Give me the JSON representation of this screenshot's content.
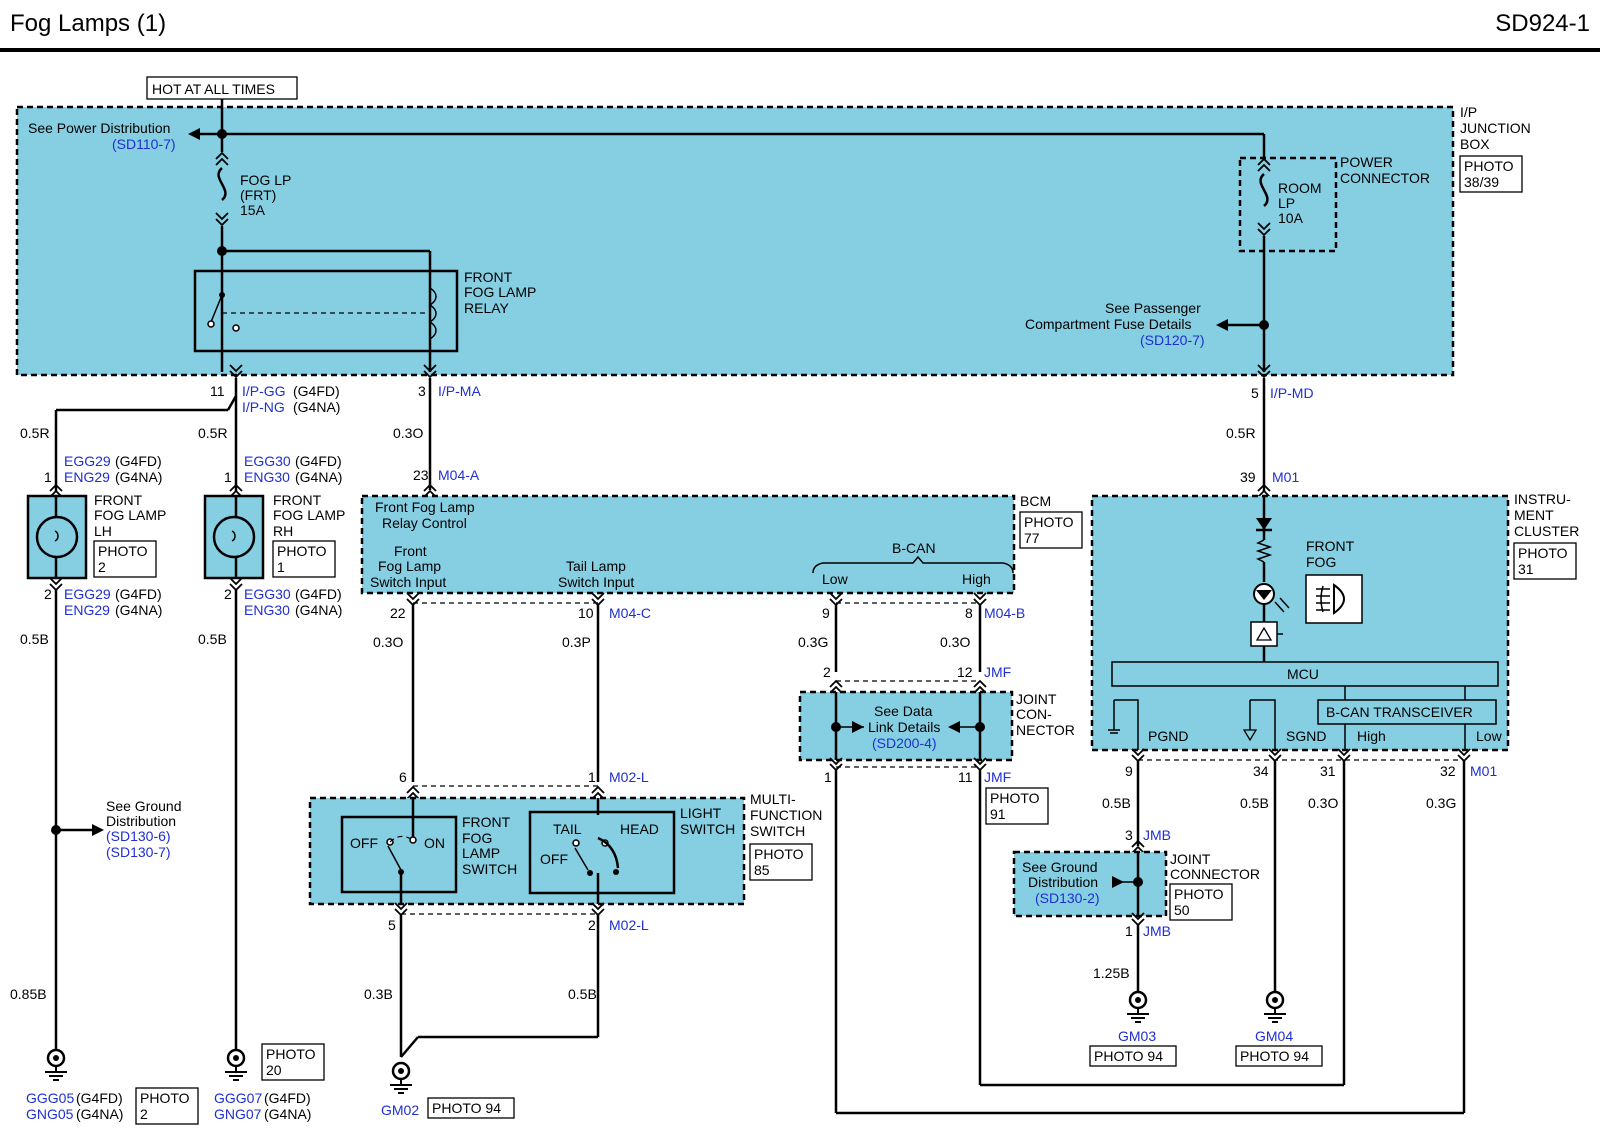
{
  "header": {
    "title": "Fog Lamps (1)",
    "code": "SD924-1"
  },
  "labels": {
    "hot": "HOT AT ALL TIMES",
    "see_power": "See Power Distribution",
    "see_power_ref": "(SD110-7)",
    "fuse1": [
      "FOG LP",
      "(FRT)",
      "15A"
    ],
    "relay": [
      "FRONT",
      "FOG LAMP",
      "RELAY"
    ],
    "ipjb": [
      "I/P",
      "JUNCTION",
      "BOX"
    ],
    "photo_ipjb": [
      "PHOTO",
      "38/39"
    ],
    "power_conn": [
      "POWER",
      "CONNECTOR"
    ],
    "fuse2": [
      "ROOM",
      "LP",
      "10A"
    ],
    "see_pass": [
      "See Passenger",
      "Compartment Fuse Details"
    ],
    "see_pass_ref": "(SD120-7)",
    "pin11": "11",
    "ipgg": "I/P-GG",
    "g4fd": "(G4FD)",
    "ipng": "I/P-NG",
    "g4na": "(G4NA)",
    "pin3": "3",
    "ipma": "I/P-MA",
    "pin5": "5",
    "ipmd": "I/P-MD",
    "w05r_a": "0.5R",
    "w05r_b": "0.5R",
    "w03o_a": "0.3O",
    "w05r_c": "0.5R",
    "egg29": "EGG29",
    "eng29": "ENG29",
    "egg30": "EGG30",
    "eng30": "ENG30",
    "p1a": "1",
    "p1b": "1",
    "p2a": "2",
    "p2b": "2",
    "lamp_lh": [
      "FRONT",
      "FOG LAMP",
      "LH"
    ],
    "photo_lh": [
      "PHOTO",
      "2"
    ],
    "lamp_rh": [
      "FRONT",
      "FOG LAMP",
      "RH"
    ],
    "photo_rh": [
      "PHOTO",
      "1"
    ],
    "w05b_a": "0.5B",
    "w05b_b": "0.5B",
    "pin23": "23",
    "m04a": "M04-A",
    "bcm": "BCM",
    "photo_bcm": [
      "PHOTO",
      "77"
    ],
    "bcm_relay_ctrl": [
      "Front Fog Lamp",
      "Relay Control"
    ],
    "bcm_front_fog": [
      "Front",
      "Fog Lamp",
      "Switch Input"
    ],
    "bcm_tail": [
      "Tail Lamp",
      "Switch Input"
    ],
    "bcan": "B-CAN",
    "low": "Low",
    "high": "High",
    "pin22": "22",
    "pin10": "10",
    "m04c": "M04-C",
    "pin9": "9",
    "pin8": "8",
    "m04b": "M04-B",
    "w03o_b": "0.3O",
    "w03p": "0.3P",
    "w03g": "0.3G",
    "w03o_c": "0.3O",
    "pin2j": "2",
    "pin12": "12",
    "jmf": "JMF",
    "pin1j": "1",
    "pin11j": "11",
    "jmf2": "JMF",
    "see_data": [
      "See Data",
      "Link Details"
    ],
    "see_data_ref": "(SD200-4)",
    "joint_conn": [
      "JOINT",
      "CON-",
      "NECTOR"
    ],
    "photo_jc": [
      "PHOTO",
      "91"
    ],
    "see_ground": [
      "See Ground",
      "Distribution"
    ],
    "see_ground_ref": [
      "(SD130-6)",
      "(SD130-7)"
    ],
    "pin6": "6",
    "pin1s": "1",
    "m02l": "M02-L",
    "pin5s": "5",
    "pin2s": "2",
    "m02l2": "M02-L",
    "off": "OFF",
    "on": "ON",
    "ffl_switch": [
      "FRONT",
      "FOG",
      "LAMP",
      "SWITCH"
    ],
    "tail": "TAIL",
    "head": "HEAD",
    "off2": "OFF",
    "light_switch": [
      "LIGHT",
      "SWITCH"
    ],
    "mfs": [
      "MULTI-",
      "FUNCTION",
      "SWITCH"
    ],
    "photo_mfs": [
      "PHOTO",
      "85"
    ],
    "w085b": "0.85B",
    "w03b": "0.3B",
    "w05b_c": "0.5B",
    "ggg05": "GGG05",
    "gng05": "GNG05",
    "photo_g05": [
      "PHOTO",
      "2"
    ],
    "ggg07": "GGG07",
    "gng07": "GNG07",
    "photo_g07": [
      "PHOTO",
      "20"
    ],
    "gm02": "GM02",
    "photo_gm02": "PHOTO 94",
    "pin39": "39",
    "m01": "M01",
    "cluster": [
      "INSTRU-",
      "MENT",
      "CLUSTER"
    ],
    "photo_cluster": [
      "PHOTO",
      "31"
    ],
    "front_fog": [
      "FRONT",
      "FOG"
    ],
    "mcu": "MCU",
    "bcan_tr": "B-CAN TRANSCEIVER",
    "pgnd": "PGND",
    "sgnd": "SGND",
    "high2": "High",
    "low2": "Low",
    "pin9c": "9",
    "pin34": "34",
    "pin31": "31",
    "pin32": "32",
    "m01b": "M01",
    "w05b_d": "0.5B",
    "w05b_e": "0.5B",
    "w03o_d": "0.3O",
    "w03g_b": "0.3G",
    "pin3j": "3",
    "jmb": "JMB",
    "pin1jb": "1",
    "jmb2": "JMB",
    "see_ground2": [
      "See Ground",
      "Distribution"
    ],
    "see_ground2_ref": "(SD130-2)",
    "joint_conn2": [
      "JOINT",
      "CONNECTOR"
    ],
    "photo_jc2": [
      "PHOTO",
      "50"
    ],
    "w125b": "1.25B",
    "gm03": "GM03",
    "photo_gm03": "PHOTO 94",
    "gm04": "GM04",
    "photo_gm04": "PHOTO 94"
  }
}
